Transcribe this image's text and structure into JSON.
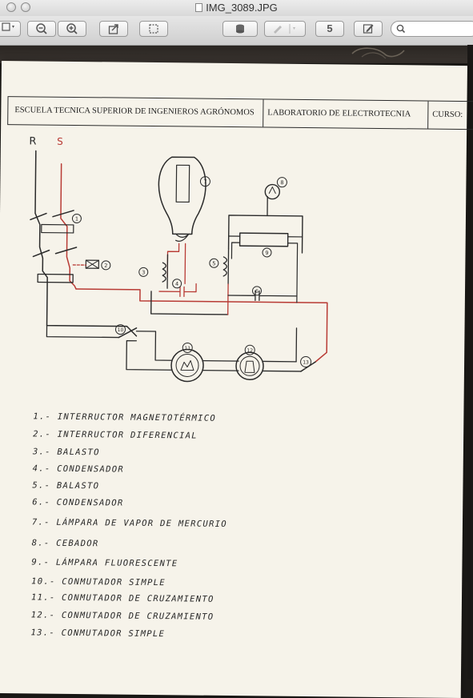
{
  "window": {
    "title": "IMG_3089.JPG"
  },
  "toolbar": {
    "icons": [
      "sidebar-icon",
      "zoom-out-icon",
      "zoom-in-icon",
      "share-icon",
      "select-icon",
      "info-icon",
      "markup-pen-icon",
      "rotate-icon",
      "edit-icon",
      "search-icon"
    ],
    "rotate_label": "5"
  },
  "sheet": {
    "header": {
      "school": "ESCUELA TECNICA SUPERIOR DE INGENIEROS AGRÓNOMOS",
      "lab": "LABORATORIO DE ELECTROTECNIA",
      "course": "CURSO:"
    },
    "diagram_labels": {
      "phase_r": "R",
      "phase_s": "S",
      "n1": "1",
      "n2": "2",
      "n3": "3",
      "n4": "4",
      "n5": "5",
      "n6": "6",
      "n7": "7",
      "n8": "8",
      "n9": "9",
      "n10": "10",
      "n11": "11",
      "n12": "12",
      "n13": "13"
    },
    "legend": [
      "1.- INTERRUCTOR MAGNETOTÉRMICO",
      "2.- INTERRUCTOR DIFERENCIAL",
      "3.- BALASTO",
      "4.- CONDENSADOR",
      "5.- BALASTO",
      "6.- CONDENSADOR",
      "7.- LÁMPARA DE VAPOR DE MERCURIO",
      "8.- CEBADOR",
      "9.- LÁMPARA FLUORESCENTE",
      "10.- CONMUTADOR SIMPLE",
      "11.- CONMUTADOR DE CRUZAMIENTO",
      "12.- CONMUTADOR DE CRUZAMIENTO",
      "13.- CONMUTADOR SIMPLE"
    ]
  }
}
